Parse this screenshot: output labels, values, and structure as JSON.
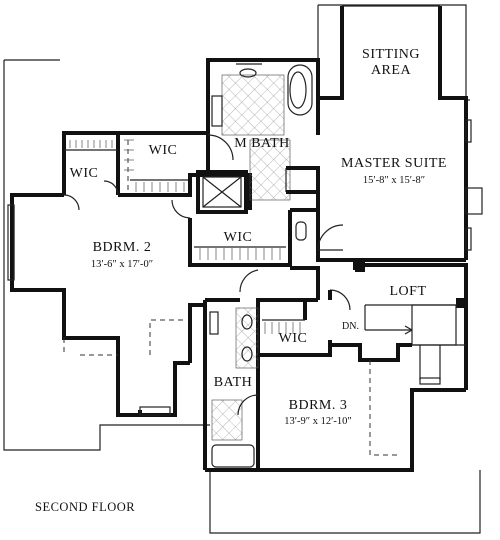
{
  "plan_title": "SECOND FLOOR",
  "rooms": {
    "sitting_area_line1": "SITTING",
    "sitting_area_line2": "AREA",
    "master_suite": "MASTER SUITE",
    "master_suite_dim": "15′-8″ x 15′-8″",
    "master_bath": "M BATH",
    "wic_top": "WIC",
    "wic_left": "WIC",
    "wic_mid": "WIC",
    "wic_lower": "WIC",
    "bdrm2": "BDRM. 2",
    "bdrm2_dim": "13′-6″ x 17′-0″",
    "bdrm3": "BDRM. 3",
    "bdrm3_dim": "13′-9″ x 12′-10″",
    "loft": "LOFT",
    "bath": "BATH",
    "stair_down": "DN."
  }
}
